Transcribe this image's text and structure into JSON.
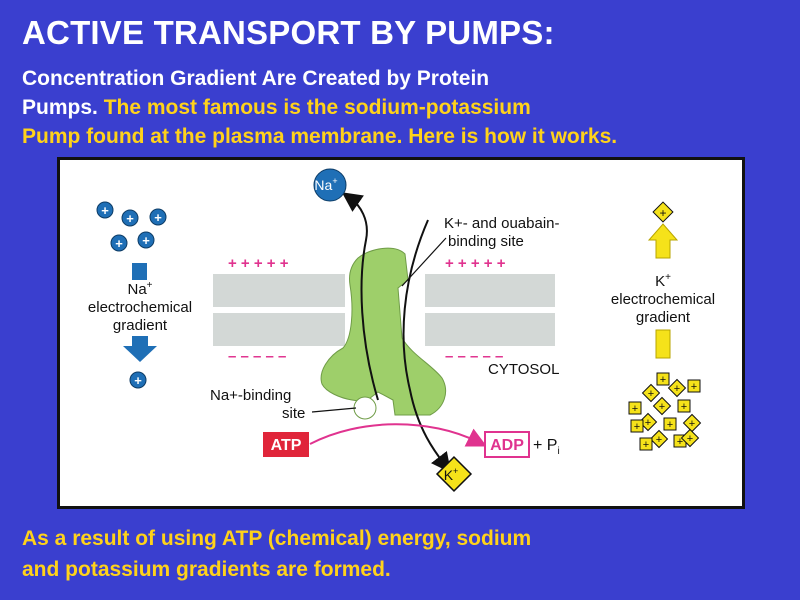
{
  "slide": {
    "title": "ACTIVE TRANSPORT BY PUMPS:",
    "intro_white_1": "Concentration Gradient Are Created by Protein",
    "intro_white_2": "Pumps.",
    "intro_yellow_1": "The most famous is the sodium-potassium",
    "intro_yellow_2": "Pump found at the plasma membrane.  Here is how it works.",
    "conclusion_1": "As a result of using ATP (chemical) energy, sodium",
    "conclusion_2": "and potassium gradients are formed."
  },
  "diagram": {
    "na_ion": "Na",
    "na_sup": "+",
    "k_ion": "K",
    "k_sup": "+",
    "plus": "+",
    "na_gradient_label": [
      "Na",
      "electrochemical",
      "gradient"
    ],
    "k_gradient_label": [
      "K",
      "electrochemical",
      "gradient"
    ],
    "k_binding_label": [
      "K+- and ouabain-",
      "binding site"
    ],
    "na_binding_label": [
      "Na+-binding",
      "site"
    ],
    "cytosol_label": "CYTOSOL",
    "atp_label": "ATP",
    "adp_label": "ADP",
    "pi_label": "+ P",
    "pi_sub": "i",
    "membrane_top_charges": "+   +   +   +   +",
    "membrane_bottom_charges": "–   –   –   –   –",
    "colors": {
      "background": "#3a3fcf",
      "title_text": "#ffffff",
      "highlight_text": "#ffd21a",
      "sodium_blue": "#1f6fb6",
      "potassium_yellow": "#f5e21a",
      "pump_green": "#9ecf6a",
      "membrane_gray": "#d3d8d6",
      "charge_pink": "#e0338f",
      "atp_red": "#e0253a"
    }
  }
}
